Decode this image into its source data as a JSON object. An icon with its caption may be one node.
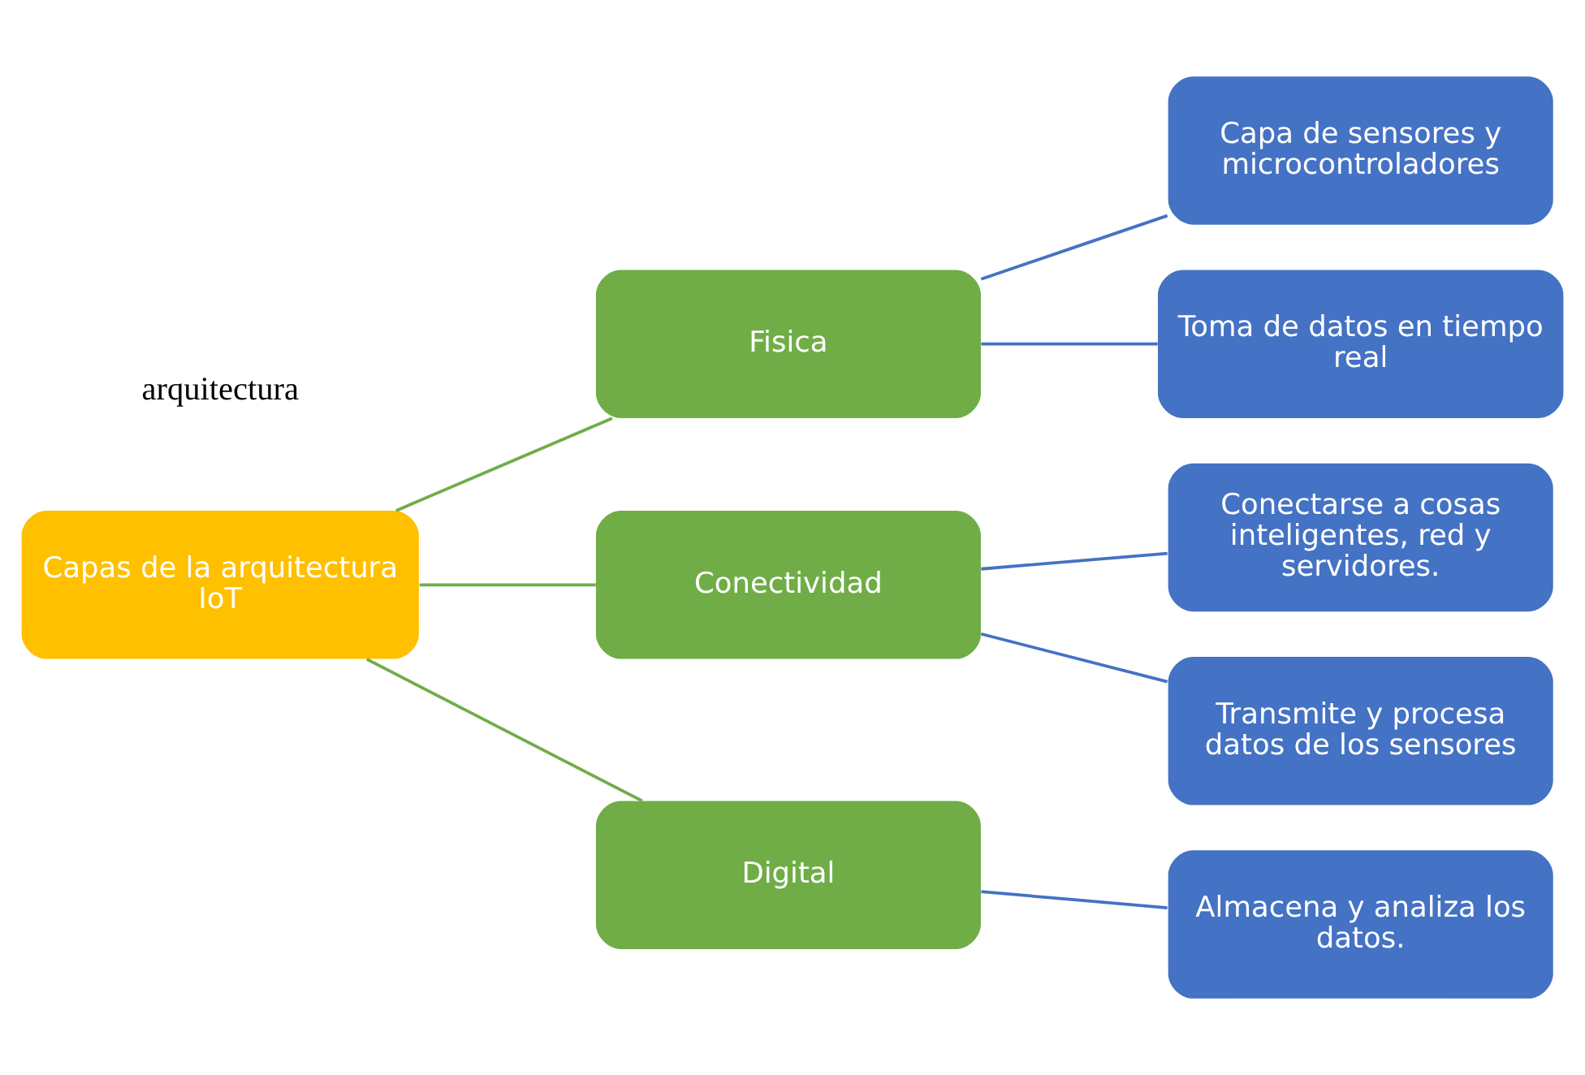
{
  "diagram": {
    "nodes": [
      {
        "text": [
          "Capas de la arquitectura IoT"
        ]
      },
      {
        "text": [
          "Fisica"
        ]
      },
      {
        "text": [
          "Capa de sensores y microcontroladores"
        ]
      },
      {
        "text": [
          "Toma de datos en tiempo real"
        ]
      },
      {
        "text": [
          "Conectividad"
        ]
      },
      {
        "text": [
          "Conectarse a cosas inteligentes, red y servidores."
        ]
      },
      {
        "text": [
          "Transmite y procesa datos de los sensores"
        ]
      },
      {
        "text": [
          "Digital"
        ]
      },
      {
        "text": [
          "Almacena y analiza los datos."
        ]
      }
    ],
    "edges": [
      {
        "from": 0,
        "to": 1,
        "arrow": "none",
        "color": "#70ad47"
      },
      {
        "from": 0,
        "to": 4,
        "arrow": "none",
        "color": "#70ad47"
      },
      {
        "from": 0,
        "to": 7,
        "arrow": "none",
        "color": "#70ad47"
      },
      {
        "from": 1,
        "to": 2,
        "arrow": "none"
      },
      {
        "from": 1,
        "to": 3,
        "arrow": "none"
      },
      {
        "from": 4,
        "to": 5,
        "arrow": "none"
      },
      {
        "from": 4,
        "to": 6,
        "arrow": "none"
      },
      {
        "from": 7,
        "to": 8,
        "arrow": "none"
      }
    ],
    "labels": [
      "arquitectura"
    ]
  }
}
